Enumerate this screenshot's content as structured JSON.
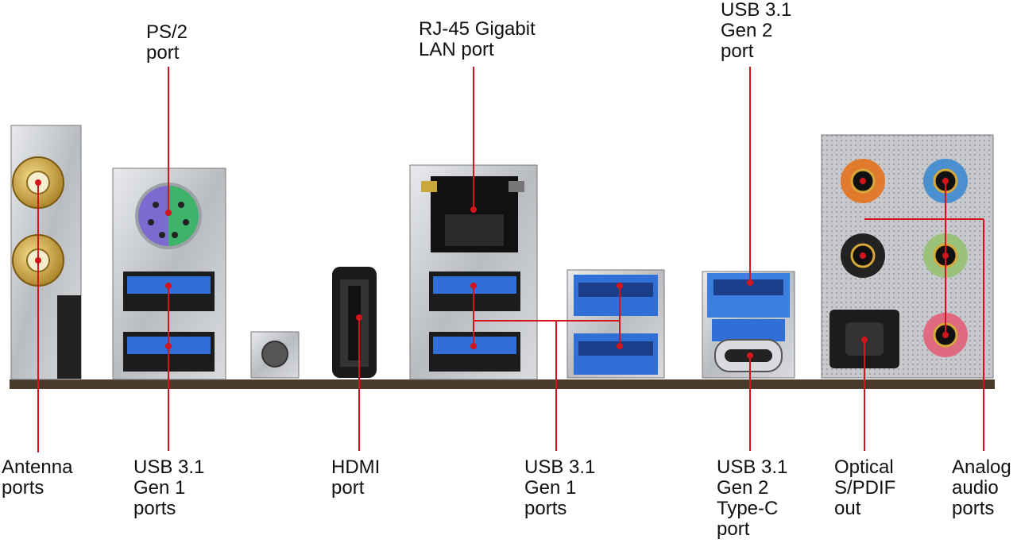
{
  "labels": {
    "ps2": "PS/2\nport",
    "rj45": "RJ-45 Gigabit\nLAN port",
    "usb31_gen2": "USB 3.1\nGen 2\nport",
    "antenna": "Antenna\nports",
    "usb31_gen1_left": "USB 3.1\nGen 1\nports",
    "hdmi": "HDMI\nport",
    "usb31_gen1_mid": "USB 3.1\nGen 1\nports",
    "usb31_gen2_typec": "USB 3.1\nGen 2\nType-C\nport",
    "optical": "Optical\nS/PDIF\nout",
    "analog": "Analog\naudio\nports"
  },
  "colors": {
    "leader_line": "#d4141c",
    "usb3_blue": "#2f6fd6",
    "shield_silver": "#c9ccd1",
    "pcb_brown": "#4a3a2a",
    "ps2_purple": "#7d6ad0",
    "ps2_green": "#3fb36a",
    "audio_orange": "#e07a2c",
    "audio_blue": "#4a8fd0",
    "audio_green": "#9bc27a",
    "audio_pink": "#e06a80",
    "audio_black": "#222222",
    "gold": "#d6a93a"
  }
}
